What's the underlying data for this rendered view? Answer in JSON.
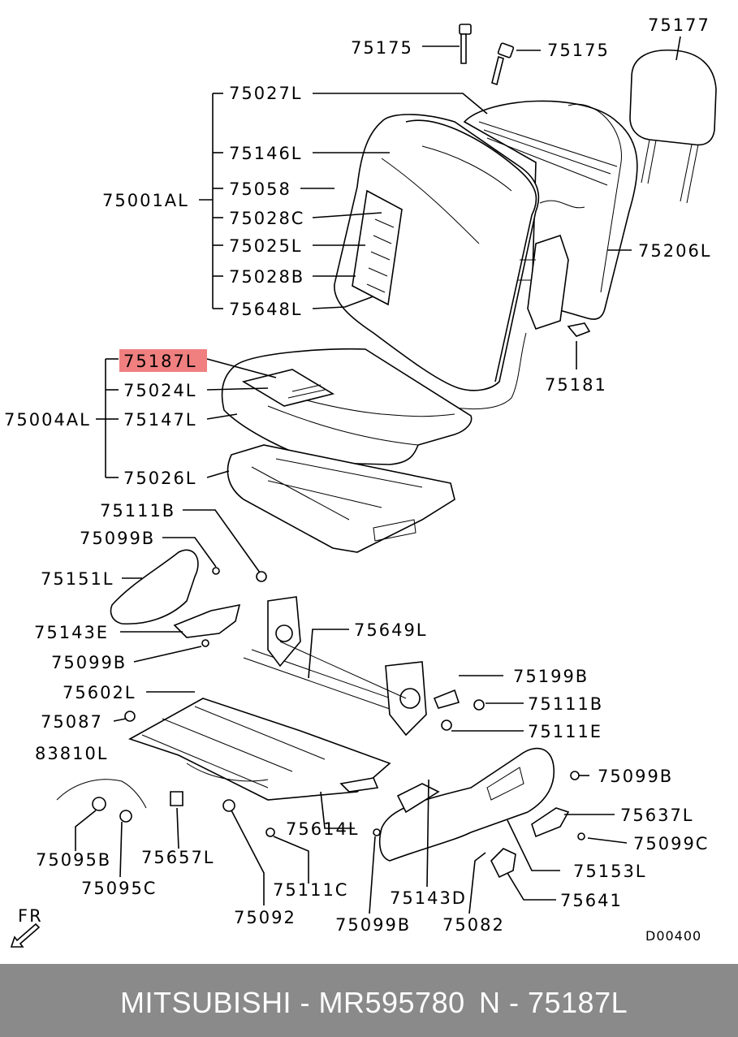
{
  "diagram": {
    "highlight_color": "#f08080",
    "labels": {
      "p75175a": "75175",
      "p75175b": "75175",
      "p75177": "75177",
      "p75027L": "75027L",
      "p75146L": "75146L",
      "p75001AL": "75001AL",
      "p75058": "75058",
      "p75028C": "75028C",
      "p75025L": "75025L",
      "p75028B": "75028B",
      "p75648L": "75648L",
      "p75206L": "75206L",
      "p75187L": "75187L",
      "p75181": "75181",
      "p75024L": "75024L",
      "p75004AL": "75004AL",
      "p75147L": "75147L",
      "p75026L": "75026L",
      "p75111Ba": "75111B",
      "p75099Ba": "75099B",
      "p75151L": "75151L",
      "p75143E": "75143E",
      "p75649L": "75649L",
      "p75099Bb": "75099B",
      "p75199B": "75199B",
      "p75602L": "75602L",
      "p75111Bb": "75111B",
      "p75087": "75087",
      "p75111E": "75111E",
      "p83810L": "83810L",
      "p75099Bc": "75099B",
      "p75637L": "75637L",
      "p75099C": "75099C",
      "p75614L": "75614L",
      "p75153L": "75153L",
      "p75095B": "75095B",
      "p75657L": "75657L",
      "p75111C": "75111C",
      "p75143D": "75143D",
      "p75641": "75641",
      "p75095C": "75095C",
      "p75092": "75092",
      "p75099Bd": "75099B",
      "p75082": "75082",
      "fr": "FR",
      "code": "D00400"
    }
  },
  "footer": {
    "brand_part": "MITSUBISHI - MR595780",
    "position": "N - 75187L"
  }
}
